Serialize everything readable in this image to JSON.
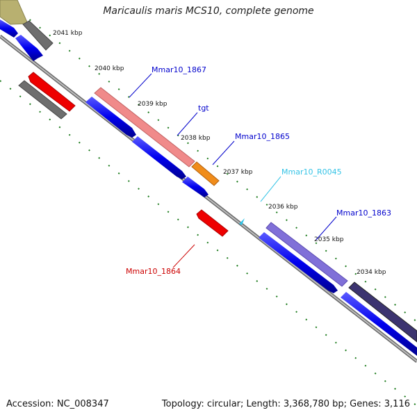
{
  "title": "Maricaulis maris MCS10, complete genome",
  "footer": {
    "accession": "Accession: NC_008347",
    "summary": "Topology: circular; Length: 3,368,780 bp; Genes: 3,116"
  },
  "ticks": [
    "2041 kbp",
    "2040 kbp",
    "2039 kbp",
    "2038 kbp",
    "2037 kbp",
    "2036 kbp",
    "2035 kbp",
    "2034 kbp"
  ],
  "genes": [
    {
      "label": "Mmar10_1867",
      "color": "#0000cc"
    },
    {
      "label": "tgt",
      "color": "#0000cc"
    },
    {
      "label": "Mmar10_1865",
      "color": "#0000cc"
    },
    {
      "label": "Mmar10_R0045",
      "color": "#33c3e6"
    },
    {
      "label": "Mmar10_1863",
      "color": "#0000cc"
    },
    {
      "label": "Mmar10_1864",
      "color": "#cc0000"
    }
  ],
  "colors": {
    "cds_forward": "#0000ee",
    "cds_reverse": "#ee0000",
    "backbone": "#8a8a8a",
    "tick": "#1a7a1a",
    "gene_1867": "#f08a8a",
    "gene_tgt": "#f08c1a",
    "gene_1863": "#8070d8",
    "gene_next": "#3c3470",
    "gene_gray": "#6e6e6e",
    "gene_olive": "#b8b070"
  }
}
